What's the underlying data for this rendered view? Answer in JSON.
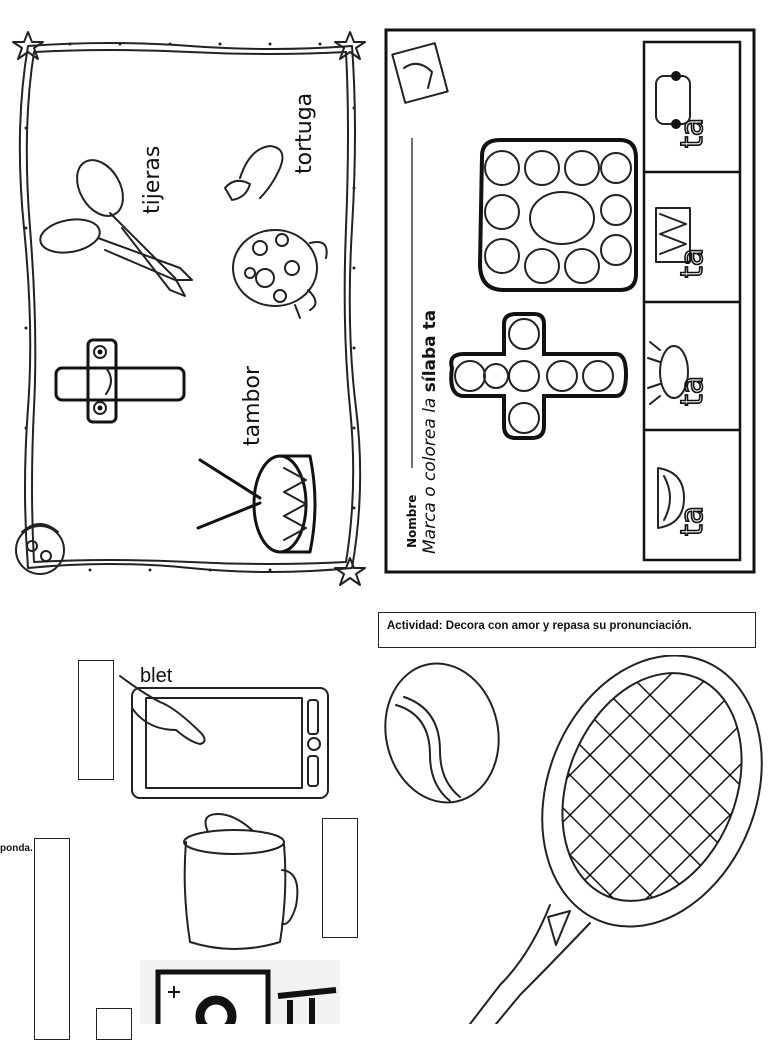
{
  "worksheet_left": {
    "words": {
      "tijeras": "tijeras",
      "tortuga": "tortuga",
      "tambor": "tambor"
    }
  },
  "worksheet_right": {
    "name_label": "Nombre",
    "instruction_prefix": "Marca o colorea la",
    "instruction_bold": "sílaba ta",
    "letter_tile": "ta"
  },
  "activity": {
    "header": "Actividad: Decora con amor y repasa su pronunciación."
  },
  "lower_left": {
    "tablet_label": "blet",
    "cut_text": "ponda."
  }
}
